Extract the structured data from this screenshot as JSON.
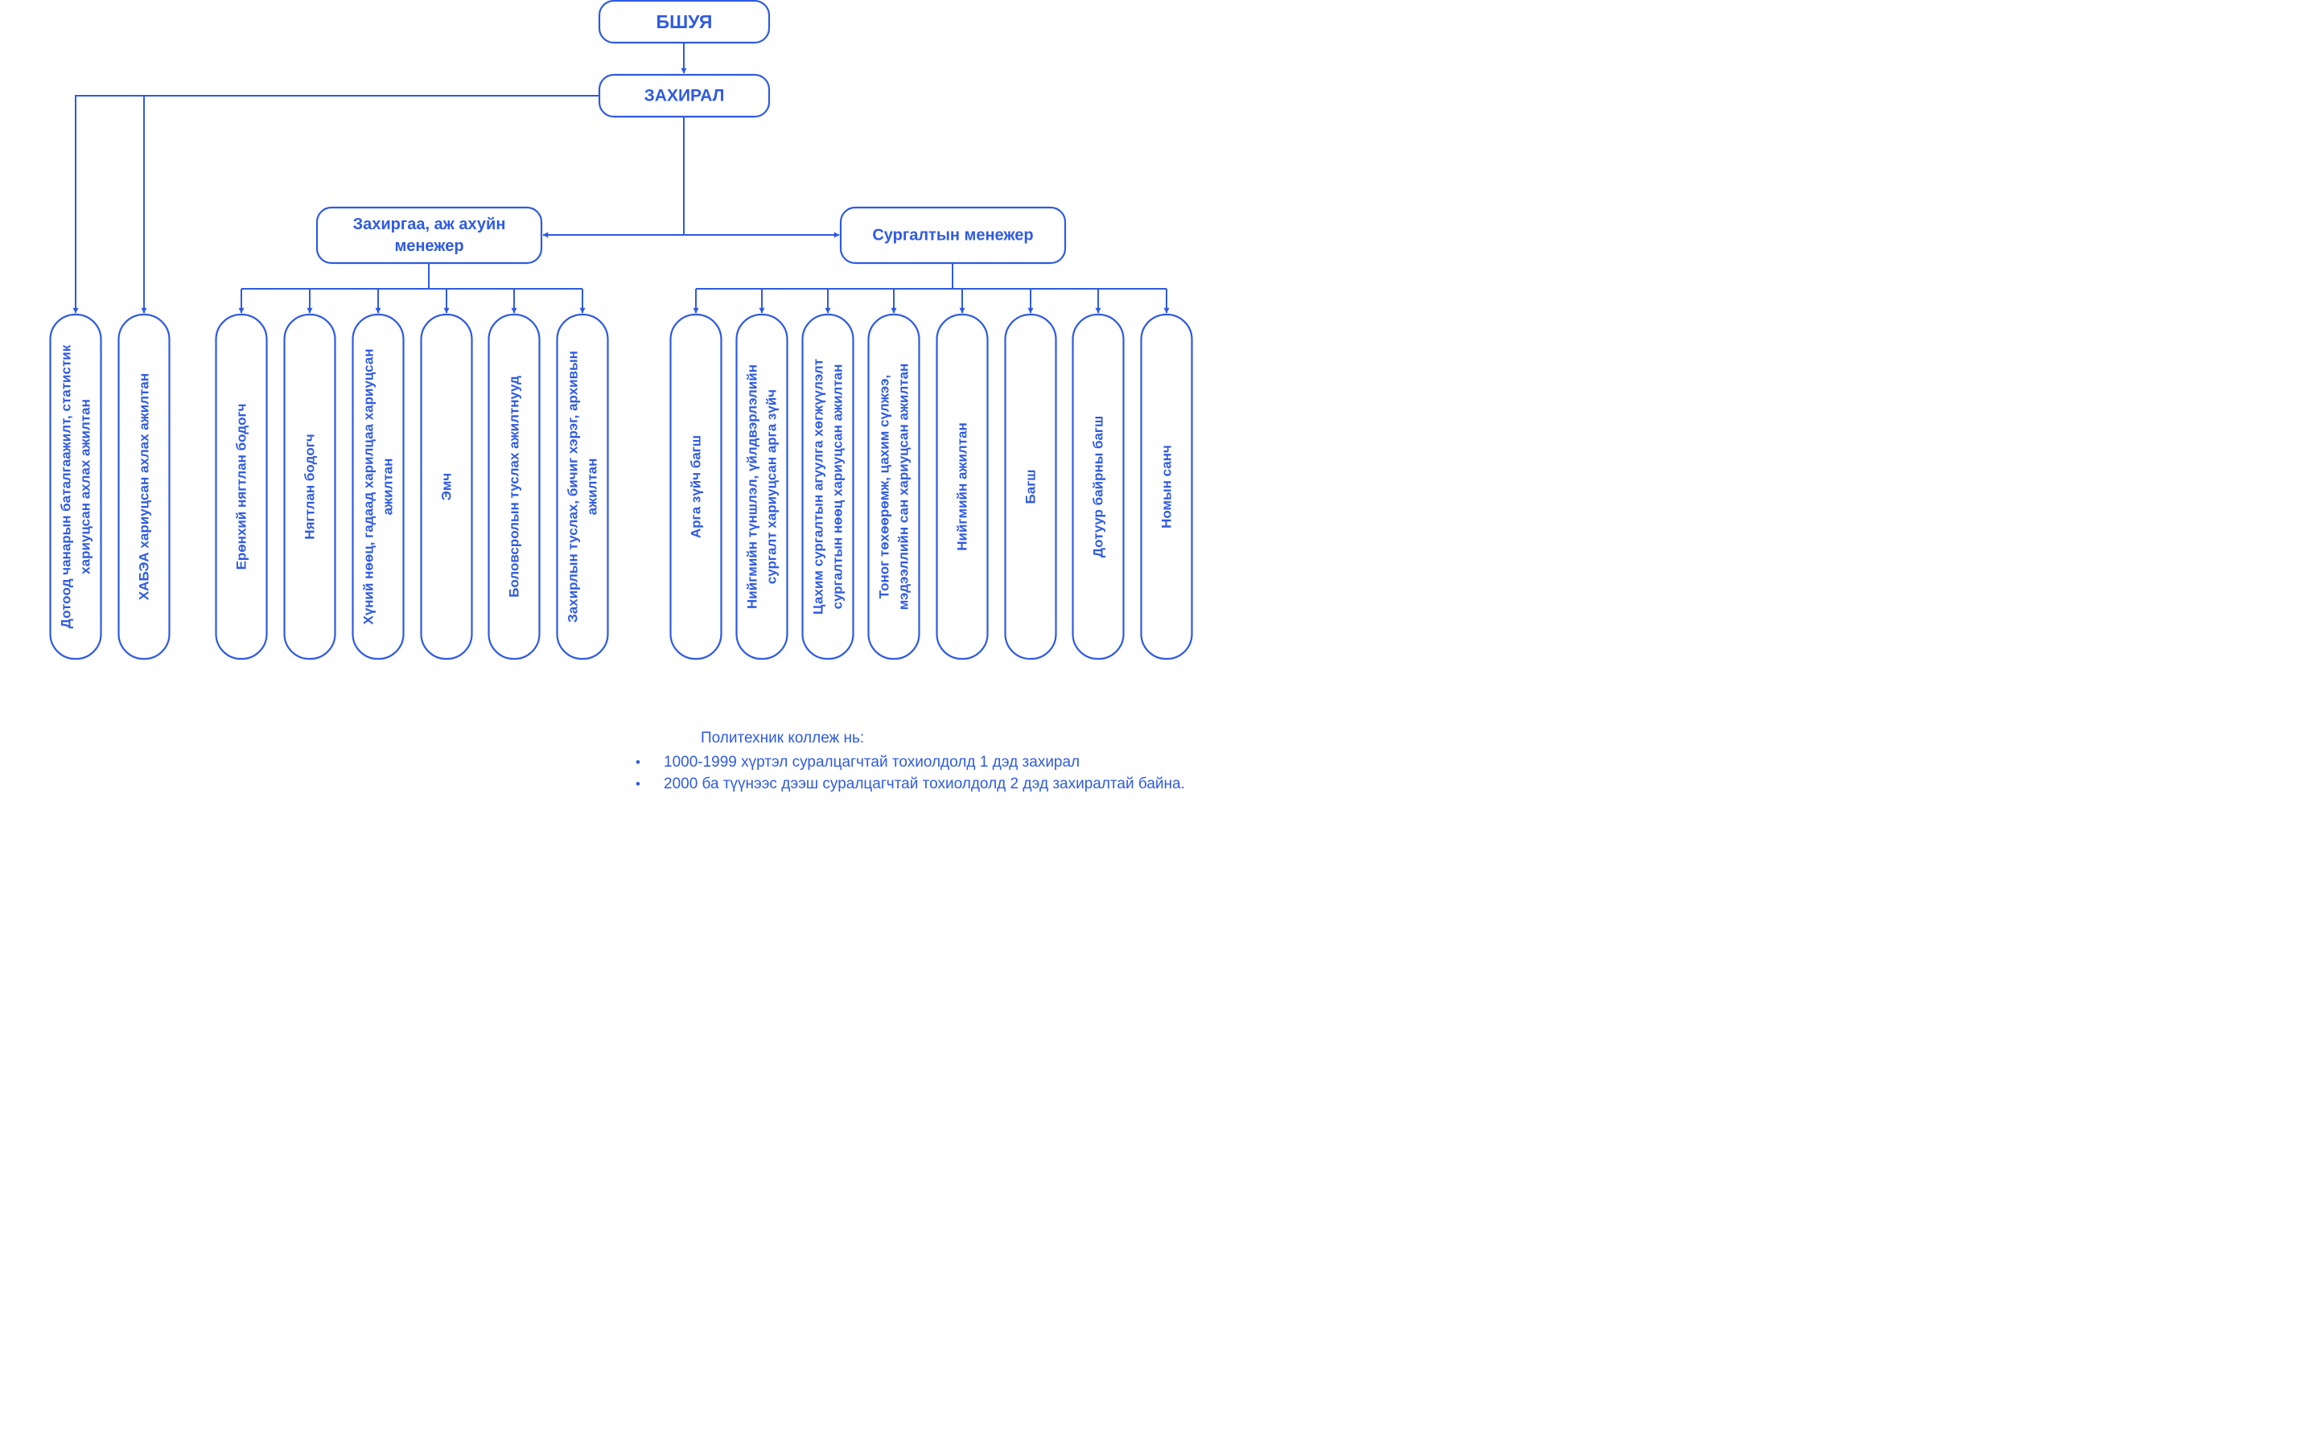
{
  "colors": {
    "primary": "#2F5BE0"
  },
  "top_nodes": {
    "board": "БШУЯ",
    "director": "ЗАХИРАЛ"
  },
  "managers": {
    "admin": [
      "Захиргаа, аж ахуйн",
      "менежер"
    ],
    "training": [
      "Сургалтын менежер"
    ]
  },
  "director_staff": [
    [
      "Дотоод чанарын баталгаажилт, статистик",
      "хариуцсан ахлах ажилтан"
    ],
    [
      "ХАБЭА хариуцсан ахлах ажилтан"
    ]
  ],
  "admin_staff": [
    [
      "Ерөнхий нягтлан бодогч"
    ],
    [
      "Нягтлан бодогч"
    ],
    [
      "Хүний нөөц, гадаад харилцаа хариуцсан",
      "ажилтан"
    ],
    [
      "Эмч"
    ],
    [
      "Боловсролын туслах ажилтнууд"
    ],
    [
      "Захирлын туслах, бичиг хэрэг, архивын",
      "ажилтан"
    ]
  ],
  "training_staff": [
    [
      "Арга зүйч багш"
    ],
    [
      "Нийгмийн түншлэл, үйлдвэрлэлийн",
      "сургалт хариуцсан арга зүйч"
    ],
    [
      "Цахим сургалтын агуулга хөгжүүлэлт",
      "сургалтын нөөц хариуцсан ажилтан"
    ],
    [
      "Тоног төхөөрөмж, цахим сүлжээ,",
      "мэдээллийн сан хариуцсан ажилтан"
    ],
    [
      "Нийгмийн ажилтан"
    ],
    [
      "Багш"
    ],
    [
      "Дотуур байрны багш"
    ],
    [
      "Номын санч"
    ]
  ],
  "notes": {
    "title": "Политехник коллеж нь:",
    "items": [
      "1000-1999 хүртэл суралцагчтай тохиолдолд 1 дэд захирал",
      "2000 ба түүнээс дээш суралцагчтай тохиолдолд 2 дэд захиралтай байна."
    ]
  }
}
